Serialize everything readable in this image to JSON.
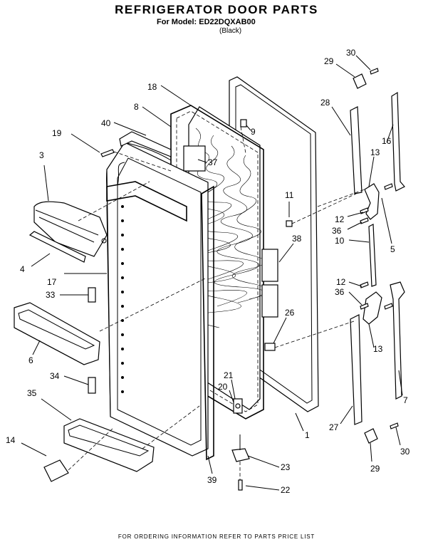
{
  "header": {
    "title": "REFRIGERATOR DOOR PARTS",
    "model_line": "For Model: ED22DQXAB00",
    "color_line": "(Black)"
  },
  "callouts": [
    "1",
    "3",
    "4",
    "5",
    "6",
    "7",
    "8",
    "9",
    "10",
    "11",
    "12",
    "12",
    "13",
    "13",
    "14",
    "16",
    "17",
    "18",
    "19",
    "20",
    "21",
    "22",
    "23",
    "26",
    "27",
    "28",
    "29",
    "29",
    "30",
    "30",
    "33",
    "34",
    "35",
    "36",
    "36",
    "37",
    "38",
    "39",
    "40"
  ],
  "labels": {
    "l1": "1",
    "l3": "3",
    "l4": "4",
    "l5": "5",
    "l6": "6",
    "l7": "7",
    "l8": "8",
    "l9": "9",
    "l10": "10",
    "l11": "11",
    "l12a": "12",
    "l12b": "12",
    "l13a": "13",
    "l13b": "13",
    "l14": "14",
    "l16": "16",
    "l17": "17",
    "l18": "18",
    "l19": "19",
    "l20": "20",
    "l21": "21",
    "l22": "22",
    "l23": "23",
    "l26": "26",
    "l27": "27",
    "l28": "28",
    "l29a": "29",
    "l29b": "29",
    "l30a": "30",
    "l30b": "30",
    "l33": "33",
    "l34": "34",
    "l35": "35",
    "l36a": "36",
    "l36b": "36",
    "l37": "37",
    "l38": "38",
    "l39": "39",
    "l40": "40"
  },
  "footer": "FOR ORDERING INFORMATION REFER TO PARTS PRICE LIST"
}
